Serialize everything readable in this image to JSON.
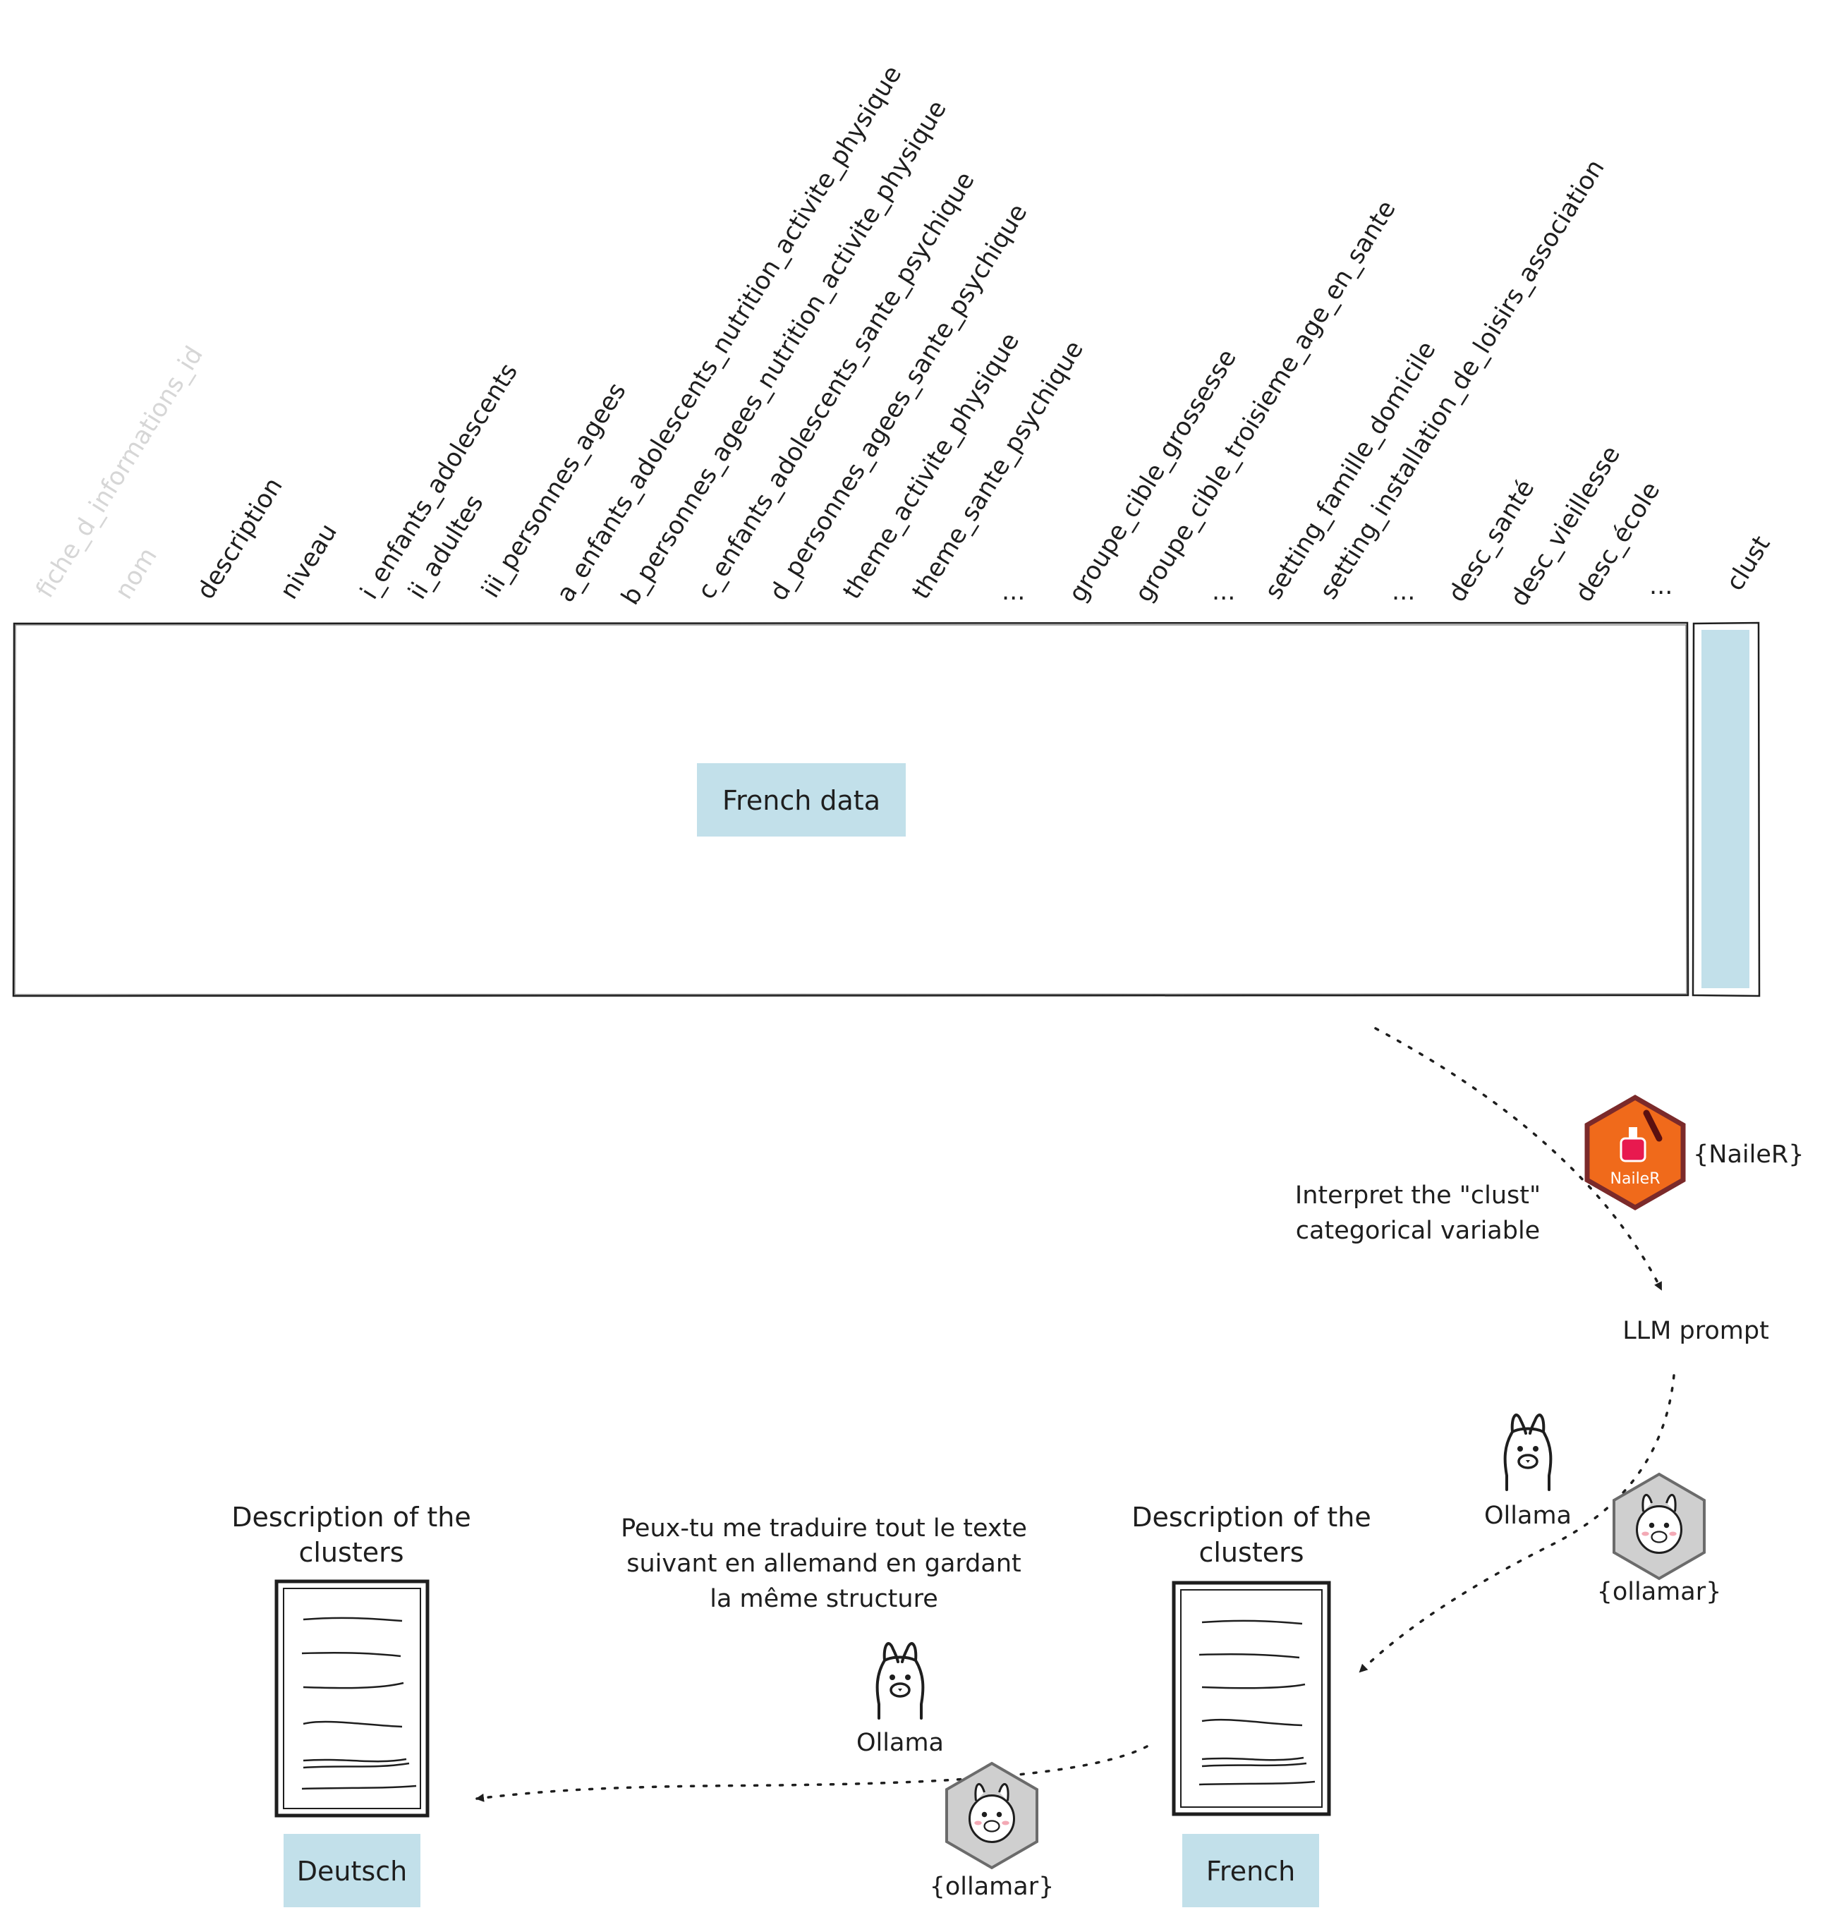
{
  "columns": [
    {
      "label": "fiche_d_informations_id",
      "faded": true
    },
    {
      "label": "nom",
      "faded": true
    },
    {
      "label": "description",
      "faded": false
    },
    {
      "label": "niveau",
      "faded": false
    },
    {
      "label": "i_enfants_adolescents",
      "faded": false
    },
    {
      "label": "ii_adultes",
      "faded": false
    },
    {
      "label": "iii_personnes_agees",
      "faded": false
    },
    {
      "label": "a_enfants_adolescents_nutrition_activite_physique",
      "faded": false
    },
    {
      "label": "b_personnes_agees_nutrition_activite_physique",
      "faded": false
    },
    {
      "label": "c_enfants_adolescents_sante_psychique",
      "faded": false
    },
    {
      "label": "d_personnes_agees_sante_psychique",
      "faded": false
    },
    {
      "label": "theme_activite_physique",
      "faded": false
    },
    {
      "label": "theme_sante_psychique",
      "faded": false
    },
    {
      "label": "...",
      "faded": false
    },
    {
      "label": "groupe_cible_grossesse",
      "faded": false
    },
    {
      "label": "groupe_cible_troisieme_age_en_sante",
      "faded": false
    },
    {
      "label": "...",
      "faded": false
    },
    {
      "label": "setting_famille_domicile",
      "faded": false
    },
    {
      "label": "setting_installation_de_loisirs_association",
      "faded": false
    },
    {
      "label": "...",
      "faded": false
    },
    {
      "label": "desc_santé",
      "faded": false
    },
    {
      "label": "desc_vieillesse",
      "faded": false
    },
    {
      "label": "desc_école",
      "faded": false
    },
    {
      "label": "...",
      "faded": false
    },
    {
      "label": "clust",
      "faded": false
    }
  ],
  "data_table": {
    "label": "French data"
  },
  "nailer": {
    "badge_text": "NaileR",
    "caption": "{NaileR}"
  },
  "interpret_note": {
    "line1": "Interpret the \"clust\"",
    "line2": "categorical variable"
  },
  "llm_prompt": "LLM prompt",
  "ollama_top": {
    "label": "Ollama",
    "pkg": "{ollamar}"
  },
  "ollama_bottom": {
    "label": "Ollama",
    "pkg": "{ollamar}"
  },
  "translate_prompt": {
    "line1": "Peux-tu me traduire tout le texte",
    "line2": "suivant en allemand en gardant",
    "line3": "la même structure"
  },
  "doc_french": {
    "title_line1": "Description of the",
    "title_line2": "clusters",
    "tag": "French"
  },
  "doc_deutsch": {
    "title_line1": "Description of the",
    "title_line2": "clusters",
    "tag": "Deutsch"
  },
  "colors": {
    "highlight": "#c2e0ea",
    "nailer_orange": "#f06a1b",
    "nailer_border": "#7b2a2a",
    "ollamar_grey": "#cfcfcf",
    "ink": "#1e1e1e"
  }
}
